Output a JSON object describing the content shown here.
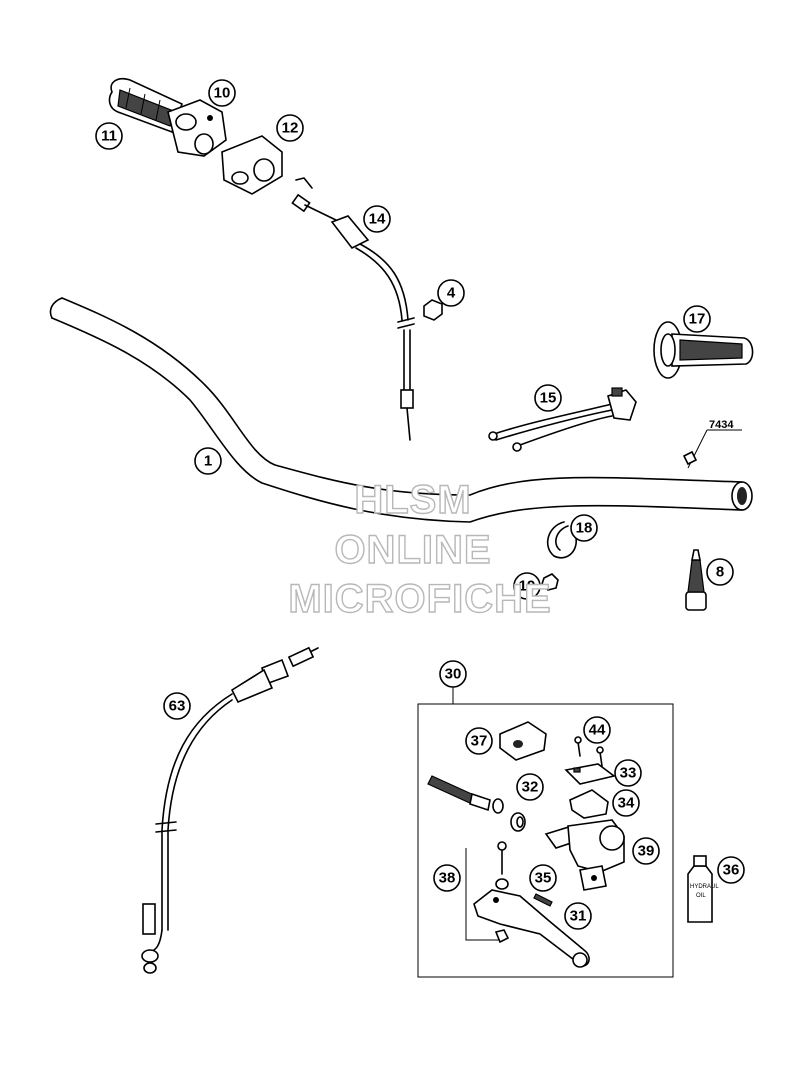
{
  "callouts": {
    "c1": "1",
    "c4": "4",
    "c8": "8",
    "c10": "10",
    "c11": "11",
    "c12": "12",
    "c14": "14",
    "c15": "15",
    "c17": "17",
    "c18": "18",
    "c19": "19",
    "c30": "30",
    "c31": "31",
    "c32": "32",
    "c33": "33",
    "c34": "34",
    "c35": "35",
    "c36": "36",
    "c37": "37",
    "c38": "38",
    "c39": "39",
    "c44": "44",
    "c63": "63"
  },
  "part_label_7434": "7434",
  "watermark": {
    "line1": "HLSM",
    "line2": "ONLINE",
    "line3": "MICROFICHE"
  },
  "bottle_text": {
    "line1": "HYDRAUL",
    "line2": "OIL"
  }
}
